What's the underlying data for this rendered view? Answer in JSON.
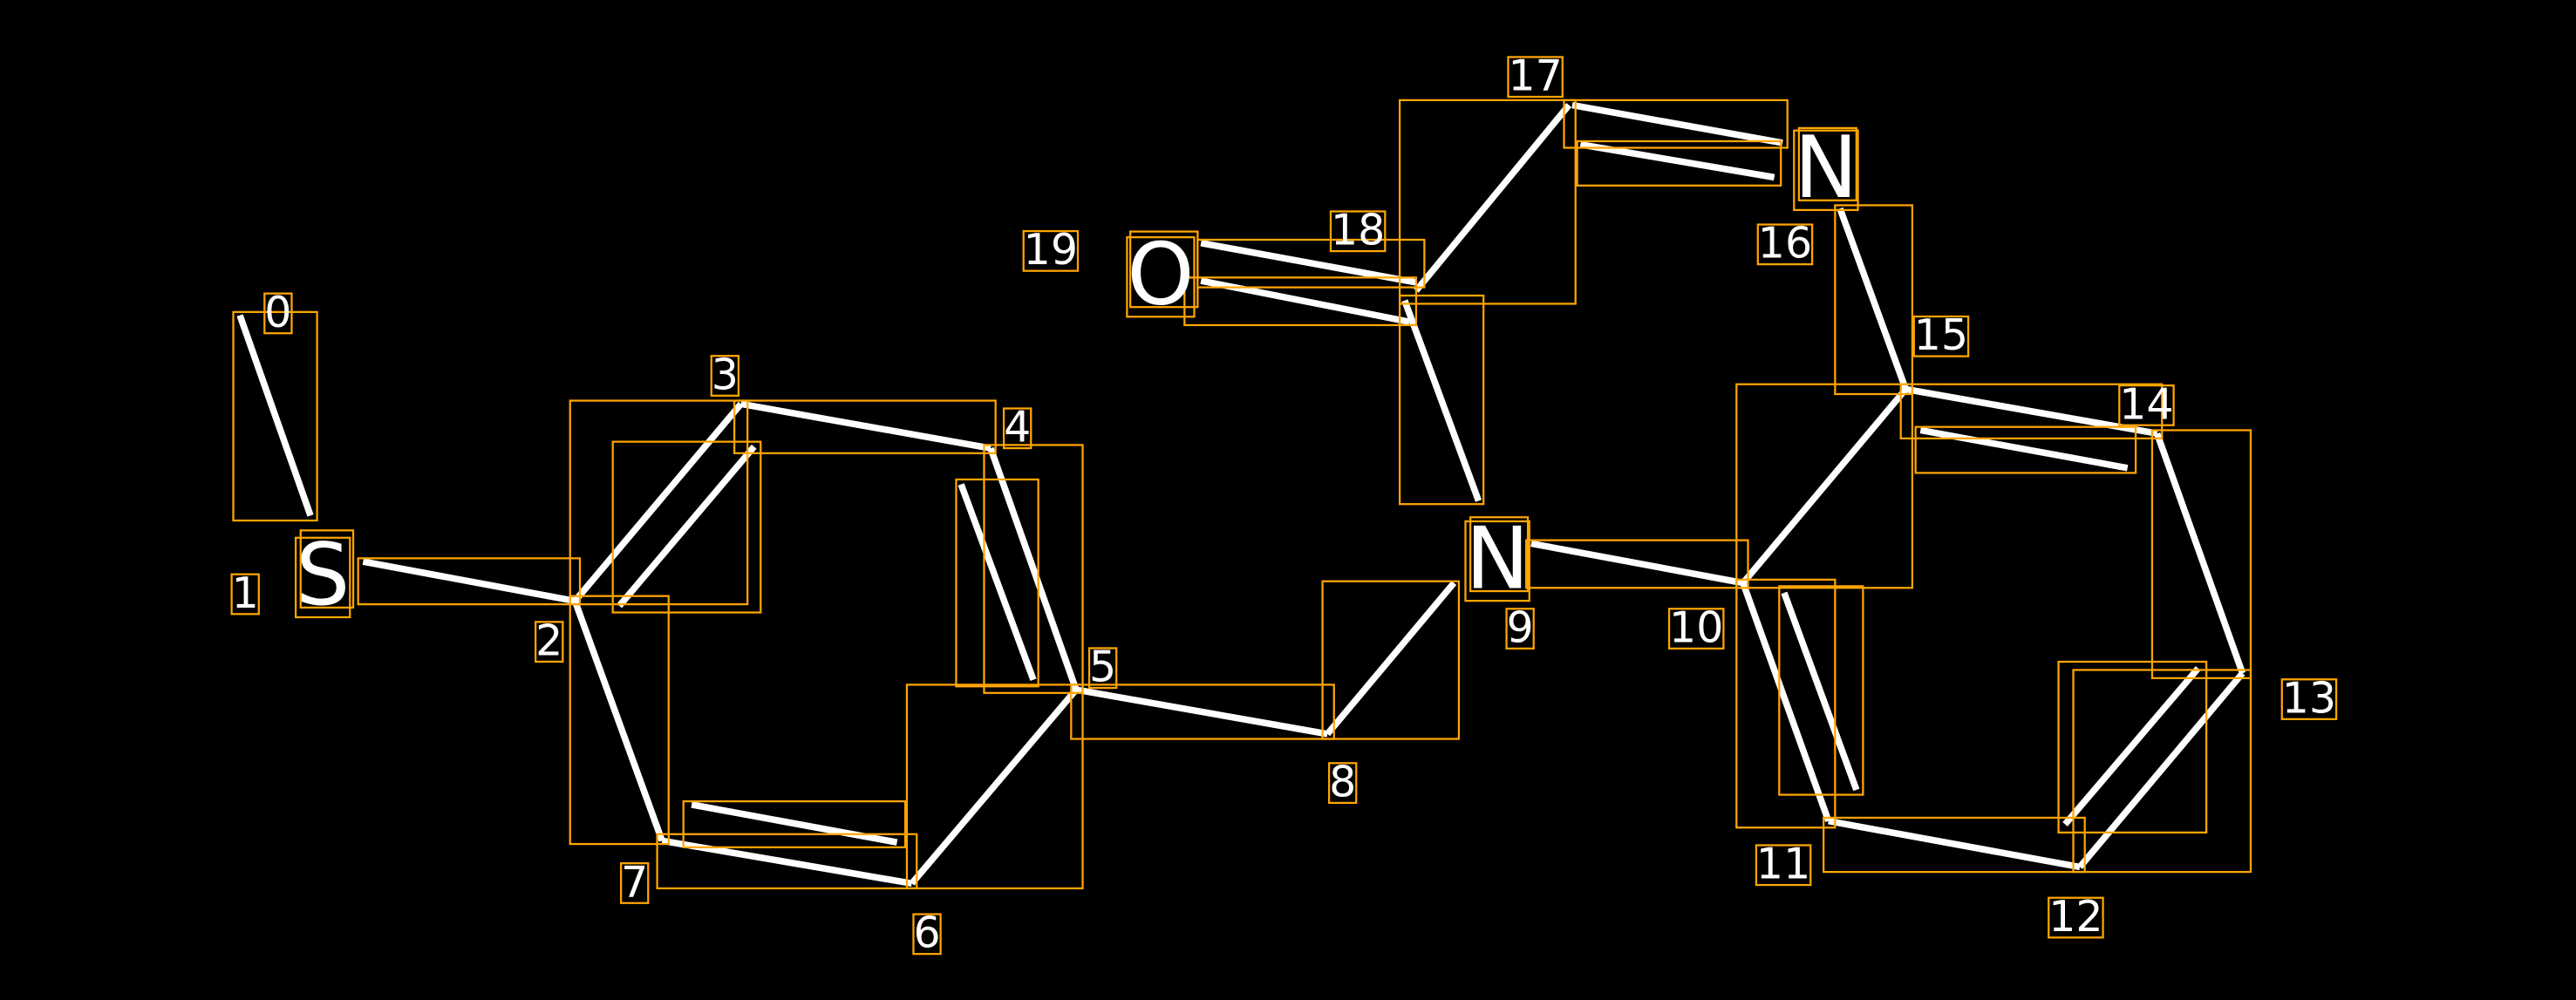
{
  "diagram": {
    "type": "molecule-annotation",
    "atoms": {
      "s": "S",
      "o": "O",
      "n9": "N",
      "n16": "N"
    },
    "indices": [
      "0",
      "1",
      "2",
      "3",
      "4",
      "5",
      "6",
      "7",
      "8",
      "9",
      "10",
      "11",
      "12",
      "13",
      "14",
      "15",
      "16",
      "17",
      "18",
      "19"
    ],
    "colors": {
      "background": "#000000",
      "bond": "#FFFFFF",
      "box": "#FFA500"
    }
  }
}
